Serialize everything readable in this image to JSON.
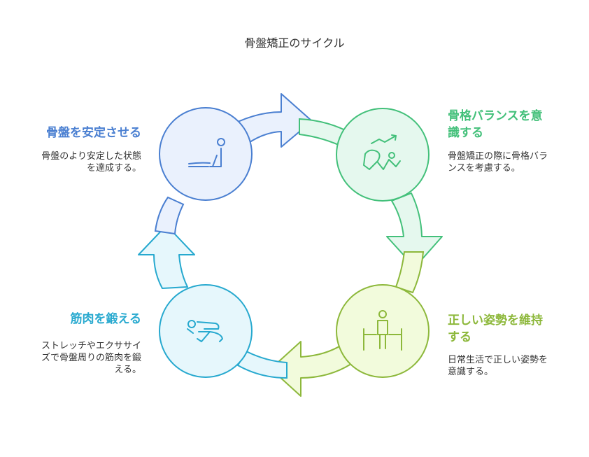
{
  "title": "骨盤矯正のサイクル",
  "colors": {
    "blue": "#4a7fd1",
    "blue_fill": "#eaf1fd",
    "green": "#43c07a",
    "green_fill": "#e5f8ee",
    "lime": "#8db83b",
    "lime_fill": "#f2fbdc",
    "cyan": "#27a9cf",
    "cyan_fill": "#e6f7fc"
  },
  "steps": [
    {
      "id": "stabilize",
      "title_lines": [
        "骨盤を安定させる"
      ],
      "desc_lines": [
        "骨盤のより安定した状態",
        "を達成する。"
      ],
      "icon": "person-kneeling-stretch-icon"
    },
    {
      "id": "balance",
      "title_lines": [
        "骨格バランスを意",
        "識する"
      ],
      "desc_lines": [
        "骨盤矯正の際に骨格バラ",
        "ンスを考慮する。"
      ],
      "icon": "balance-exercise-trend-icon"
    },
    {
      "id": "posture",
      "title_lines": [
        "正しい姿勢を維持",
        "する"
      ],
      "desc_lines": [
        "日常生活で正しい姿勢を",
        "意識する。"
      ],
      "icon": "person-standing-posture-icon"
    },
    {
      "id": "muscles",
      "title_lines": [
        "筋肉を鍛える"
      ],
      "desc_lines": [
        "ストレッチやエクササイ",
        "ズで骨盤周りの筋肉を鍛",
        "える。"
      ],
      "icon": "person-plank-exercise-icon"
    }
  ]
}
